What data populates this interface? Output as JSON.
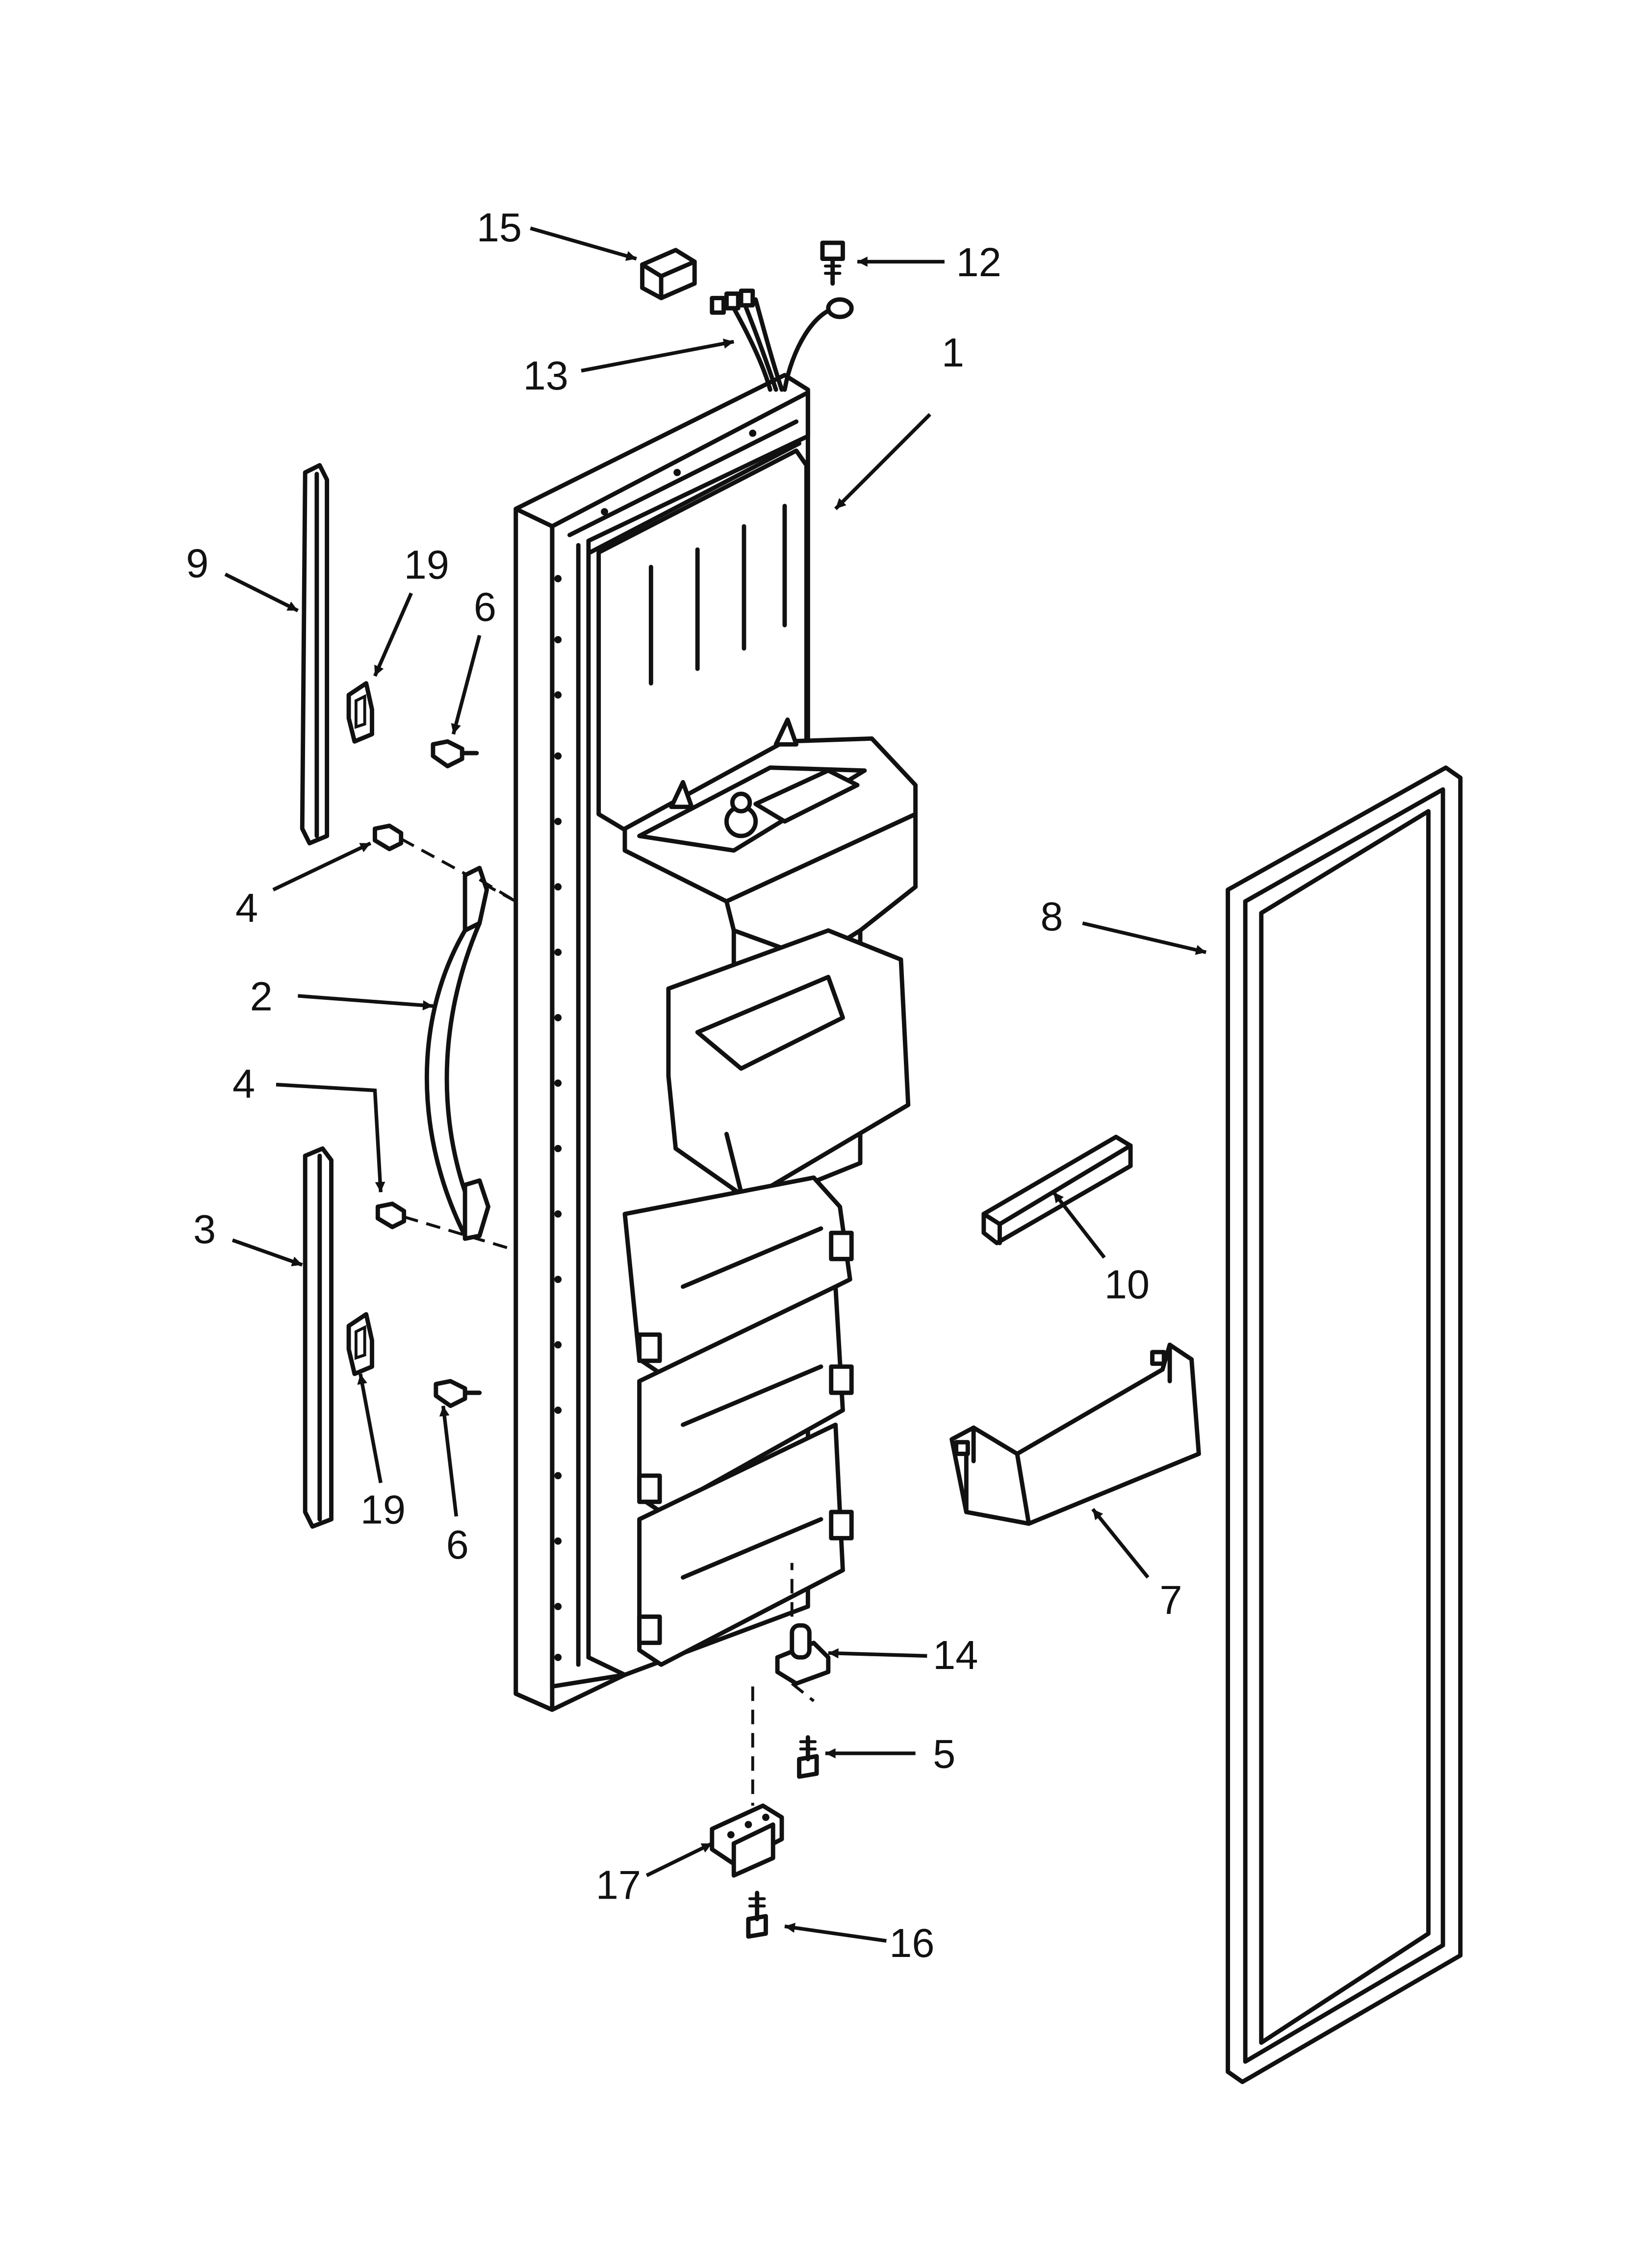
{
  "callouts": [
    {
      "id": "15",
      "text": "15"
    },
    {
      "id": "12",
      "text": "12"
    },
    {
      "id": "13",
      "text": "13"
    },
    {
      "id": "1",
      "text": "1"
    },
    {
      "id": "9",
      "text": "9"
    },
    {
      "id": "19a",
      "text": "19"
    },
    {
      "id": "6a",
      "text": "6"
    },
    {
      "id": "4a",
      "text": "4"
    },
    {
      "id": "2",
      "text": "2"
    },
    {
      "id": "8",
      "text": "8"
    },
    {
      "id": "4b",
      "text": "4"
    },
    {
      "id": "3",
      "text": "3"
    },
    {
      "id": "10",
      "text": "10"
    },
    {
      "id": "19b",
      "text": "19"
    },
    {
      "id": "6b",
      "text": "6"
    },
    {
      "id": "7",
      "text": "7"
    },
    {
      "id": "14",
      "text": "14"
    },
    {
      "id": "5",
      "text": "5"
    },
    {
      "id": "17",
      "text": "17"
    },
    {
      "id": "16",
      "text": "16"
    }
  ]
}
